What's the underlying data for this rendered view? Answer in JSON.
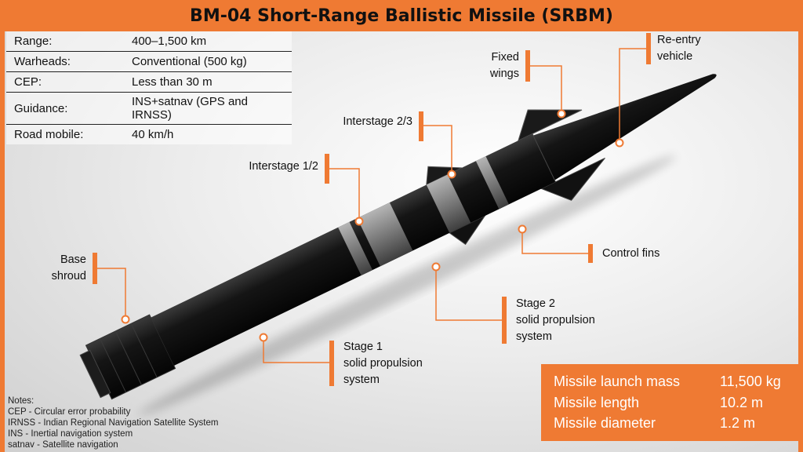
{
  "title": "BM-04 Short-Range Ballistic Missile (SRBM)",
  "specs": [
    {
      "key": "Range:",
      "value": "400–1,500 km"
    },
    {
      "key": "Warheads:",
      "value": "Conventional (500 kg)"
    },
    {
      "key": "CEP:",
      "value": "Less than 30 m"
    },
    {
      "key": "Guidance:",
      "value": "INS+satnav (GPS and IRNSS)"
    },
    {
      "key": "Road mobile:",
      "value": "40 km/h"
    }
  ],
  "callouts": {
    "reentry_vehicle": [
      "Re-entry",
      "vehicle"
    ],
    "fixed_wings": [
      "Fixed",
      "wings"
    ],
    "interstage_23": "Interstage 2/3",
    "interstage_12": "Interstage 1/2",
    "control_fins": "Control fins",
    "base_shroud": [
      "Base",
      "shroud"
    ],
    "stage2": [
      "Stage 2",
      "solid propulsion",
      "system"
    ],
    "stage1": [
      "Stage 1",
      "solid propulsion",
      "system"
    ]
  },
  "stats": [
    {
      "label": "Missile launch mass",
      "value": "11,500 kg"
    },
    {
      "label": "Missile length",
      "value": "10.2 m"
    },
    {
      "label": "Missile diameter",
      "value": "1.2 m"
    }
  ],
  "notes": {
    "heading": "Notes:",
    "lines": [
      "CEP - Circular error probability",
      "IRNSS - Indian Regional Navigation Satellite System",
      "INS - Inertial navigation system",
      "satnav - Satellite navigation"
    ]
  },
  "colors": {
    "accent": "#ef7a33",
    "missile": "#111111",
    "band": "#8a8a8a"
  }
}
